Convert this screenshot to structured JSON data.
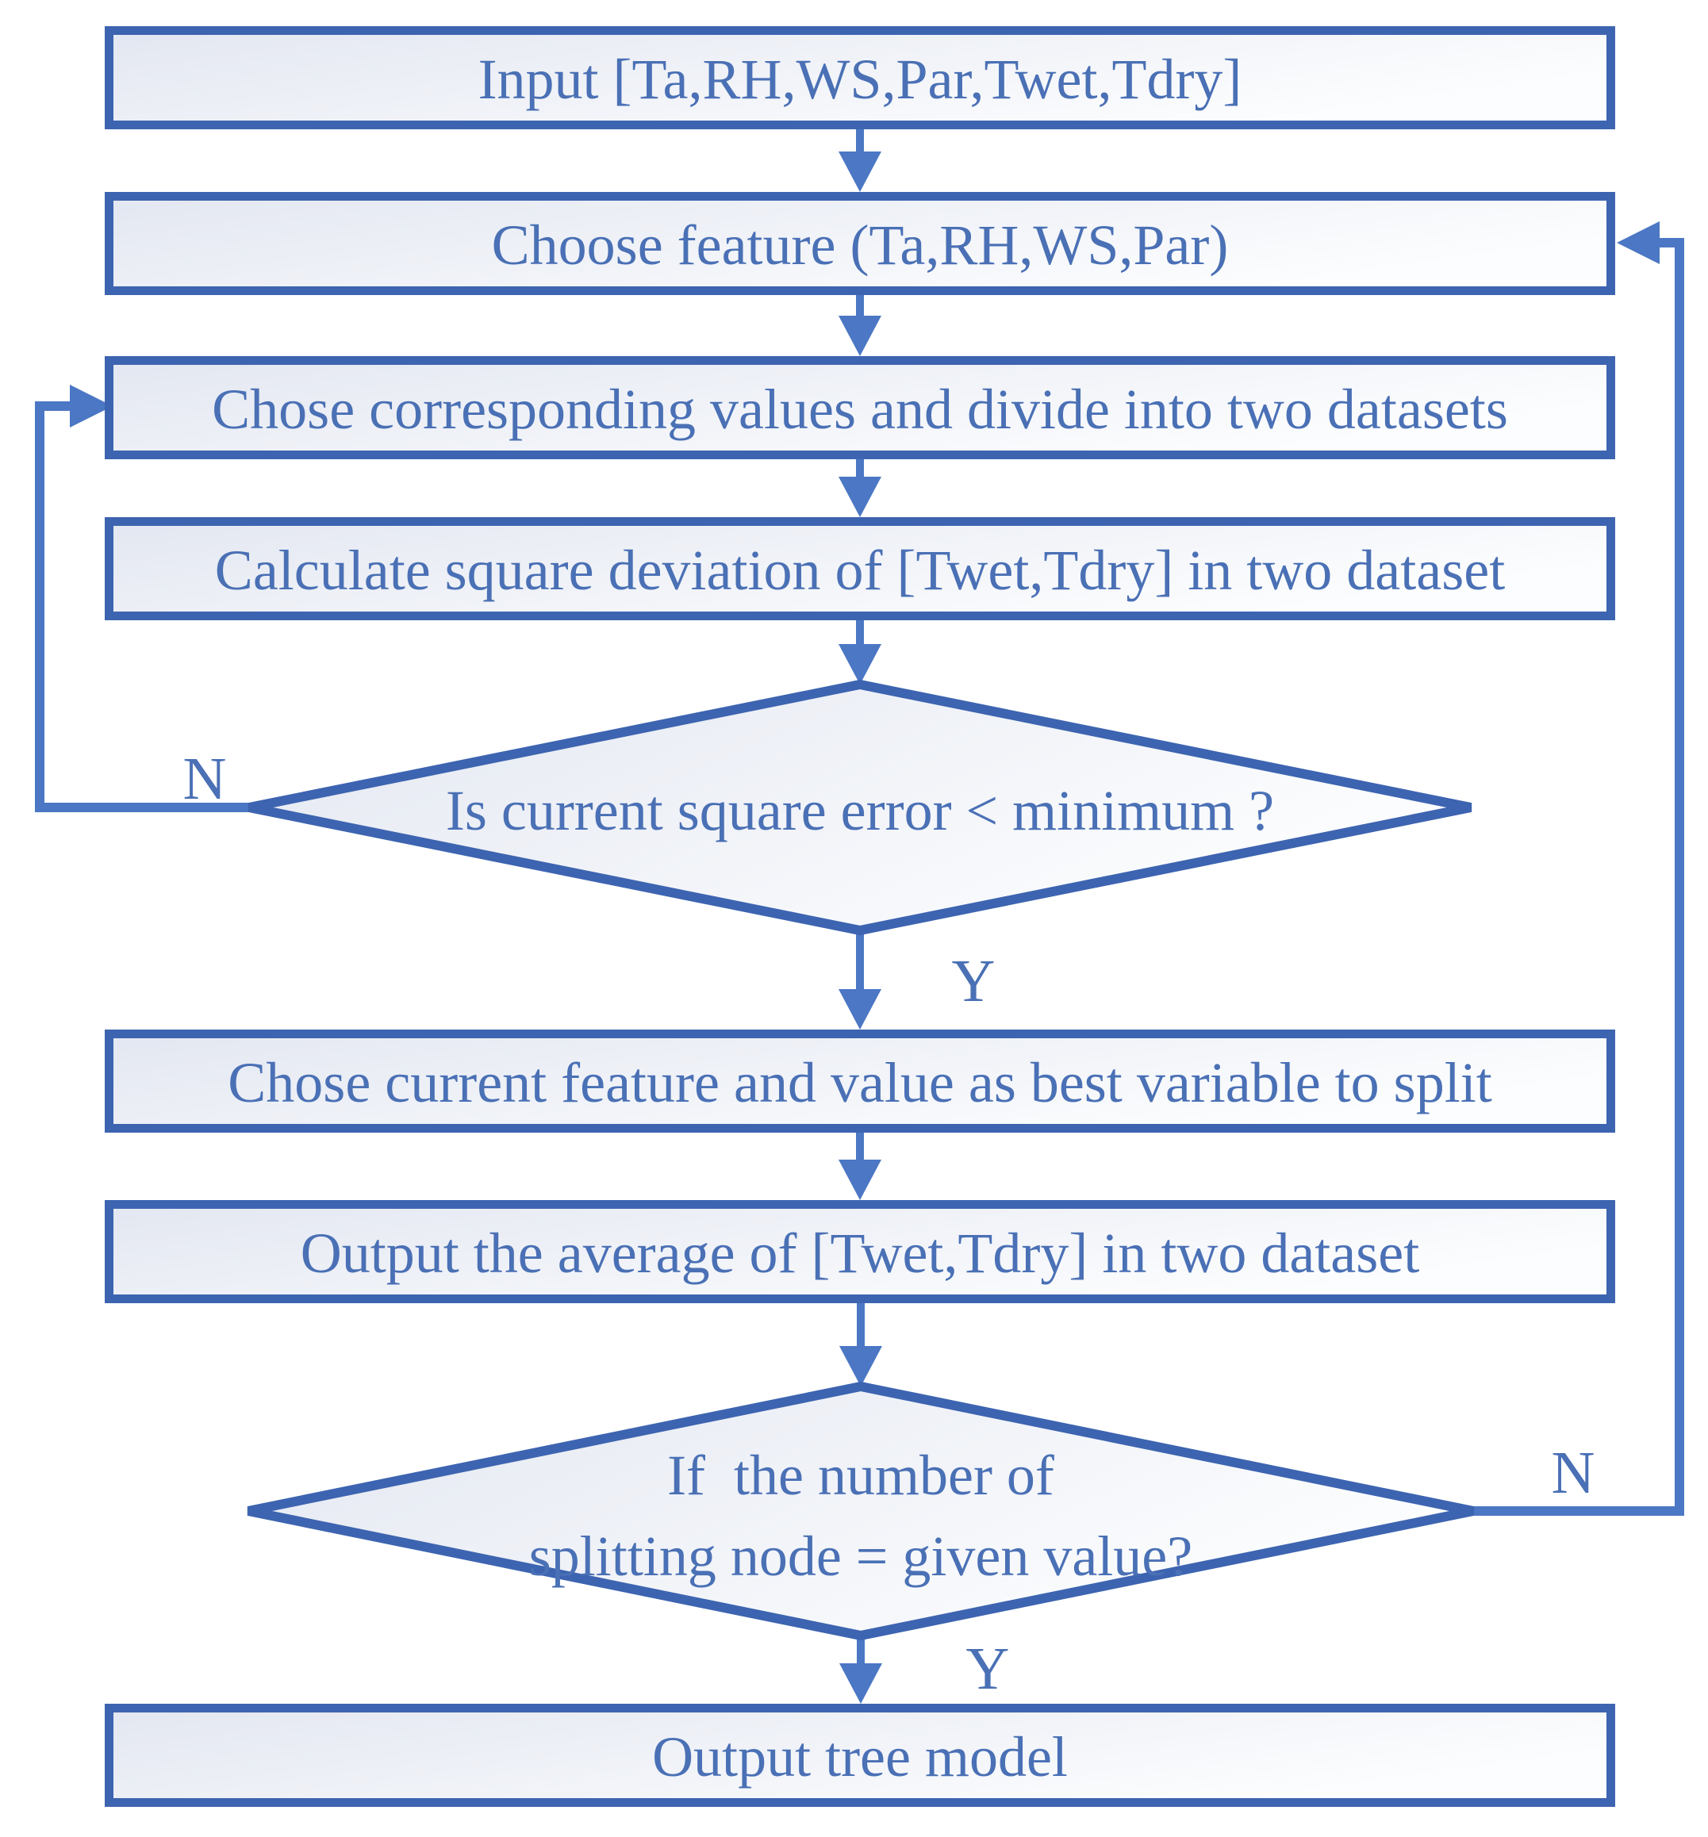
{
  "flowchart": {
    "nodes": {
      "input": {
        "type": "process",
        "label": "Input [Ta,RH,WS,Par,Twet,Tdry]"
      },
      "choose_feature": {
        "type": "process",
        "label": "Choose feature (Ta,RH,WS,Par)"
      },
      "divide_datasets": {
        "type": "process",
        "label": "Chose corresponding values and divide into two datasets"
      },
      "calc_square_deviation": {
        "type": "process",
        "label": "Calculate square deviation of [Twet,Tdry] in two dataset"
      },
      "check_square_error": {
        "type": "decision",
        "label": "Is current square error < minimum ?"
      },
      "choose_best_split": {
        "type": "process",
        "label": "Chose current feature and value as best variable to split"
      },
      "output_average": {
        "type": "process",
        "label": "Output the average of [Twet,Tdry] in two dataset"
      },
      "check_split_count": {
        "type": "decision",
        "label_line1": "If  the number of",
        "label_line2": "splitting node = given value?"
      },
      "output_tree": {
        "type": "process",
        "label": "Output tree model"
      }
    },
    "branch_labels": {
      "yes": "Y",
      "no": "N"
    },
    "edges": [
      {
        "from": "input",
        "to": "choose_feature"
      },
      {
        "from": "choose_feature",
        "to": "divide_datasets"
      },
      {
        "from": "divide_datasets",
        "to": "calc_square_deviation"
      },
      {
        "from": "calc_square_deviation",
        "to": "check_square_error"
      },
      {
        "from": "check_square_error",
        "to": "choose_best_split",
        "label": "Y"
      },
      {
        "from": "check_square_error",
        "to": "divide_datasets",
        "label": "N"
      },
      {
        "from": "choose_best_split",
        "to": "output_average"
      },
      {
        "from": "output_average",
        "to": "check_split_count"
      },
      {
        "from": "check_split_count",
        "to": "output_tree",
        "label": "Y"
      },
      {
        "from": "check_split_count",
        "to": "choose_feature",
        "label": "N"
      }
    ],
    "colors": {
      "shape_border": "#3d64b0",
      "connector": "#4b77c4",
      "text": "#4a70b5",
      "fill_gradient_start": "#e3e7f1",
      "fill_gradient_end": "#fcfdfe",
      "background": "#ffffff"
    }
  }
}
